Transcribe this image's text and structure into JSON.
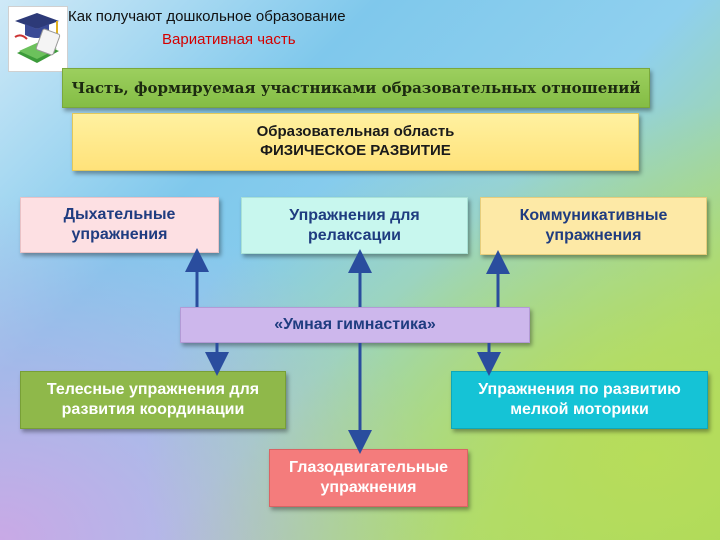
{
  "header": {
    "line1": "Как получают дошкольное образование",
    "line2": "Вариативная часть"
  },
  "banner": {
    "part": "Часть, формируемая участниками образовательных отношений",
    "area_line1": "Образовательная область",
    "area_line2": "ФИЗИЧЕСКОЕ РАЗВИТИЕ"
  },
  "diagram": {
    "center": "«Умная гимнастика»",
    "top": {
      "breathing": "Дыхательные упражнения",
      "relaxation": "Упражнения для релаксации",
      "communicative": "Коммуникативные упражнения"
    },
    "bottom": {
      "body": "Телесные упражнения для развития координации",
      "eye": "Глазодвигательные упражнения",
      "fine_motor": "Упражнения по развитию мелкой моторики"
    }
  },
  "colors": {
    "arrow": "#2a4d9e",
    "header_red": "#d40000"
  },
  "icons": {
    "logo": "graduation-cap-diploma-icon"
  }
}
